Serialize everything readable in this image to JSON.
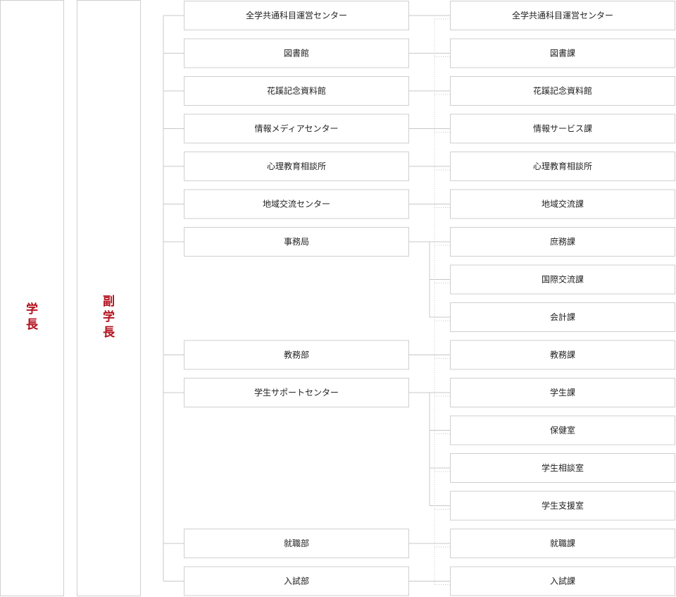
{
  "colors": {
    "accent": "#b3121f",
    "border": "#cfcfcf",
    "line": "#c8c8c8",
    "text": "#222222"
  },
  "president": {
    "label": "学長"
  },
  "vice_president": {
    "label": "副学長"
  },
  "organizations": [
    {
      "name": "全学共通科目運営センター",
      "sections": [
        "全学共通科目運営センター"
      ]
    },
    {
      "name": "図書館",
      "sections": [
        "図書課"
      ]
    },
    {
      "name": "花蹊記念資料館",
      "sections": [
        "花蹊記念資料館"
      ]
    },
    {
      "name": "情報メディアセンター",
      "sections": [
        "情報サービス課"
      ]
    },
    {
      "name": "心理教育相談所",
      "sections": [
        "心理教育相談所"
      ]
    },
    {
      "name": "地域交流センター",
      "sections": [
        "地域交流課"
      ]
    },
    {
      "name": "事務局",
      "sections": [
        "庶務課",
        "国際交流課",
        "会計課"
      ]
    },
    {
      "name": "教務部",
      "sections": [
        "教務課"
      ]
    },
    {
      "name": "学生サポートセンター",
      "sections": [
        "学生課",
        "保健室",
        "学生相談室",
        "学生支援室"
      ]
    },
    {
      "name": "就職部",
      "sections": [
        "就職課"
      ]
    },
    {
      "name": "入試部",
      "sections": [
        "入試課"
      ]
    }
  ]
}
